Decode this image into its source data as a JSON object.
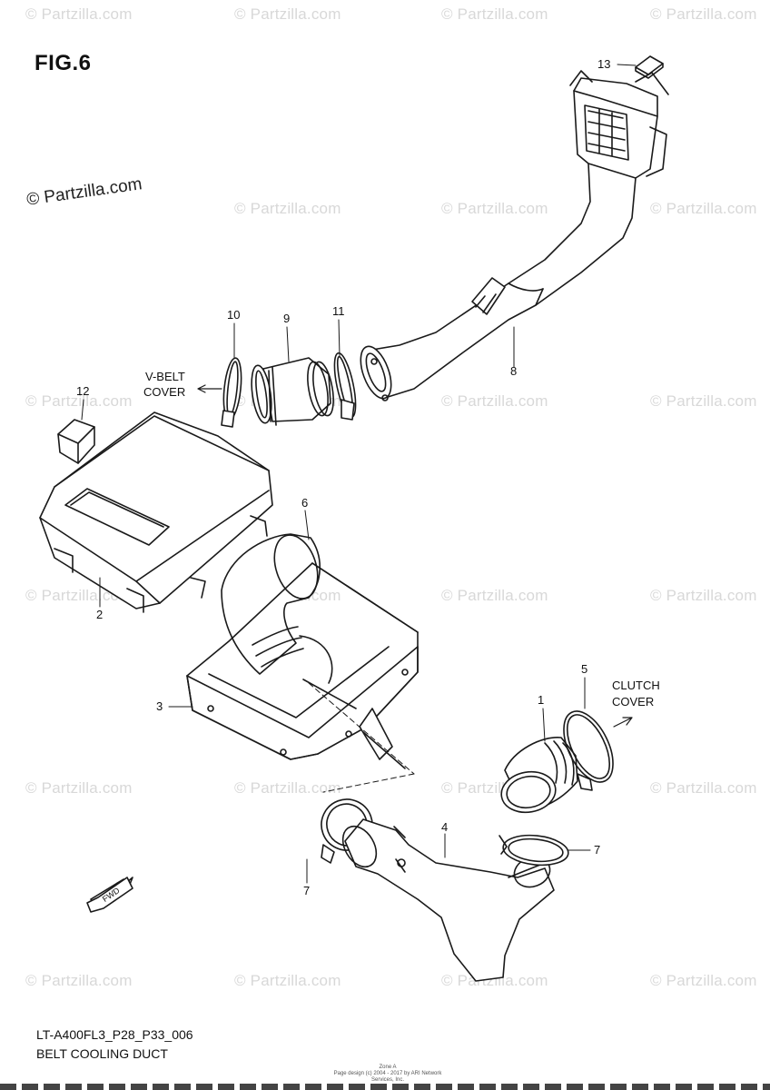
{
  "figure": {
    "title": "FIG.6",
    "code": "LT-A400FL3_P28_P33_006",
    "caption": "BELT COOLING DUCT",
    "fine_print_line1": "Zone A",
    "fine_print_line2": "Page design (c) 2004 - 2017 by ARI Network Services, Inc."
  },
  "watermark": {
    "text": "© Partzilla.com",
    "count": 24
  },
  "directions": {
    "vbelt_line1": "V-BELT",
    "vbelt_line2": "COVER",
    "clutch_line1": "CLUTCH",
    "clutch_line2": "COVER",
    "fwd": "FWD"
  },
  "callouts": {
    "p1": "1",
    "p2": "2",
    "p3": "3",
    "p4": "4",
    "p5": "5",
    "p6": "6",
    "p7a": "7",
    "p7b": "7",
    "p8": "8",
    "p9": "9",
    "p10": "10",
    "p11": "11",
    "p12": "12",
    "p13": "13"
  },
  "colors": {
    "line": "#1a1a1a",
    "watermark": "#d8d8d8",
    "background": "#ffffff"
  }
}
